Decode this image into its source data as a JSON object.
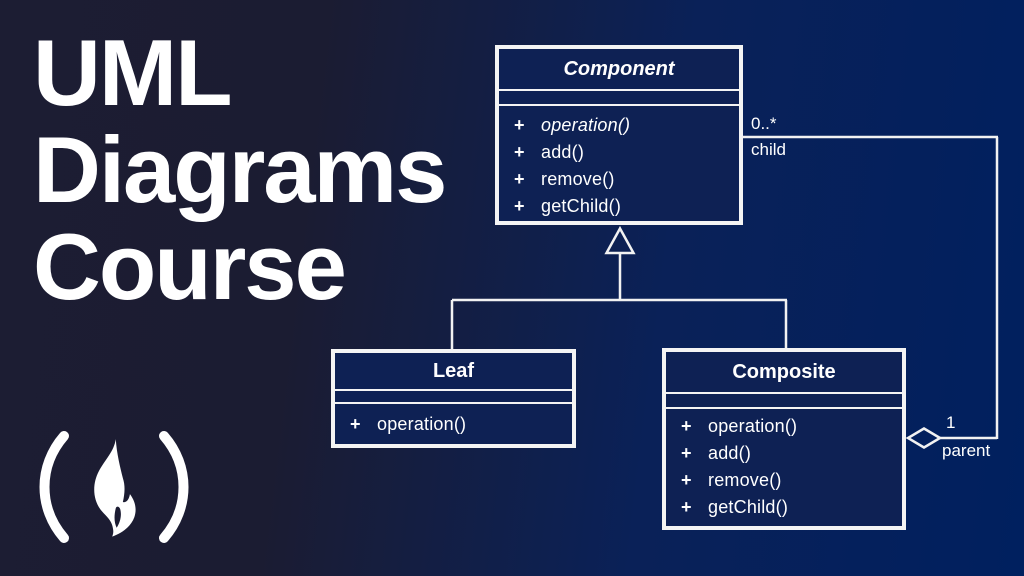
{
  "title": {
    "lines": [
      "UML",
      "Diagrams",
      "Course"
    ]
  },
  "logo": {
    "name": "freecodecamp-flame-logo"
  },
  "diagram": {
    "visibility_symbol": "+",
    "classes": [
      {
        "name": "Component",
        "abstract": true,
        "methods": [
          {
            "text": "operation()",
            "italic": true
          },
          {
            "text": "add()",
            "italic": false
          },
          {
            "text": "remove()",
            "italic": false
          },
          {
            "text": "getChild()",
            "italic": false
          }
        ]
      },
      {
        "name": "Leaf",
        "abstract": false,
        "methods": [
          {
            "text": "operation()",
            "italic": false
          }
        ]
      },
      {
        "name": "Composite",
        "abstract": false,
        "methods": [
          {
            "text": "operation()",
            "italic": false
          },
          {
            "text": "add()",
            "italic": false
          },
          {
            "text": "remove()",
            "italic": false
          },
          {
            "text": "getChild()",
            "italic": false
          }
        ]
      }
    ],
    "relationships": [
      {
        "type": "generalization",
        "from": "Leaf",
        "to": "Component"
      },
      {
        "type": "generalization",
        "from": "Composite",
        "to": "Component"
      },
      {
        "type": "aggregation",
        "from": "Composite",
        "to": "Component",
        "labels": {
          "child_multiplicity": "0..*",
          "child_role": "child",
          "parent_multiplicity": "1",
          "parent_role": "parent"
        }
      }
    ],
    "labels": {
      "multiplicity_child": "0..*",
      "role_child": "child",
      "multiplicity_parent": "1",
      "role_parent": "parent"
    }
  },
  "colors": {
    "background_left": "#1c1d33",
    "background_right": "#00205f",
    "box_fill": "#0e2154",
    "line": "#f2f2f2",
    "text": "#ffffff"
  }
}
